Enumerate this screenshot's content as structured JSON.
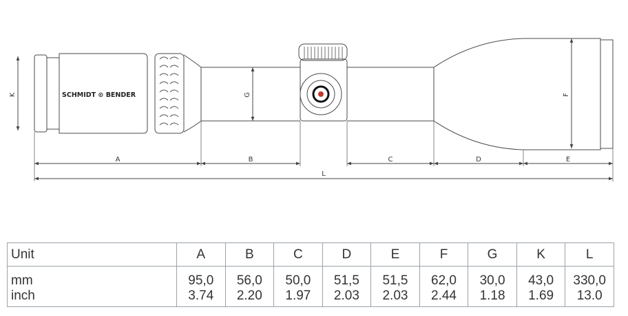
{
  "scope": {
    "brand": "SCHMIDT ⊙ BENDER",
    "dimension_letters": [
      "A",
      "B",
      "C",
      "D",
      "E",
      "L",
      "G",
      "F",
      "K"
    ]
  },
  "table": {
    "header": [
      "Unit",
      "A",
      "B",
      "C",
      "D",
      "E",
      "F",
      "G",
      "K",
      "L"
    ],
    "rows": [
      [
        "mm",
        "95,0",
        "56,0",
        "50,0",
        "51,5",
        "51,5",
        "62,0",
        "30,0",
        "43,0",
        "330,0"
      ],
      [
        "inch",
        "3.74",
        "2.20",
        "1.97",
        "2.03",
        "2.03",
        "2.44",
        "1.18",
        "1.69",
        "13.0"
      ]
    ]
  },
  "colors": {
    "line": "#4a4a4a",
    "border": "#9aa2a8",
    "text": "#333333"
  }
}
